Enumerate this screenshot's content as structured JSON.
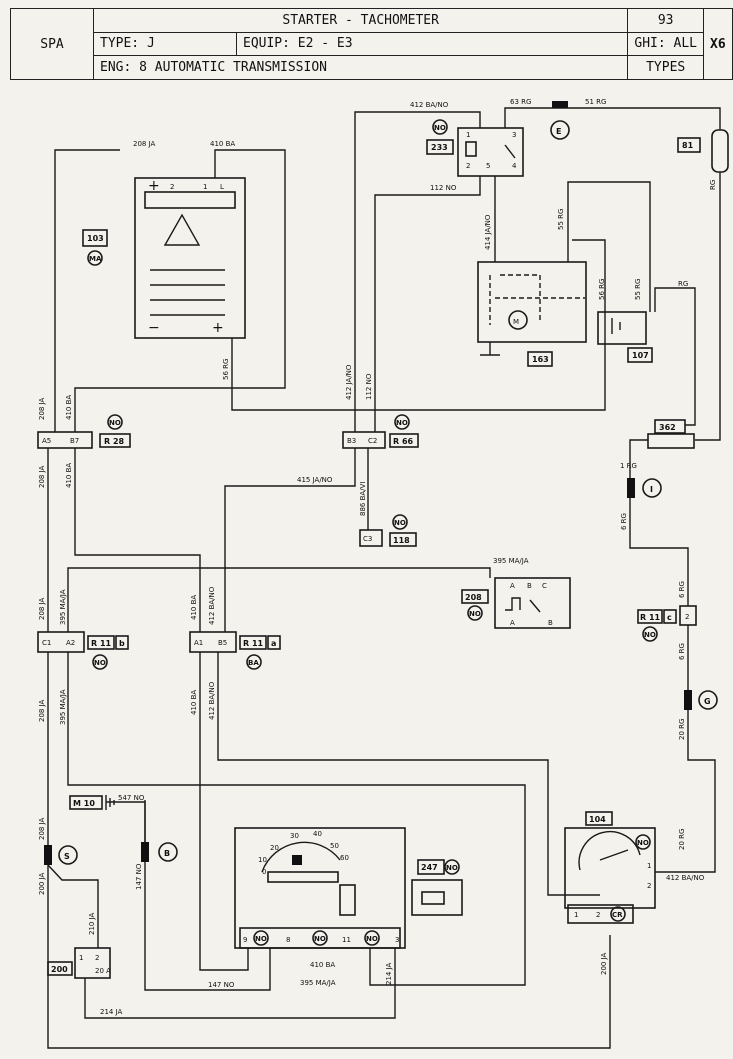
{
  "header": {
    "region": "SPA",
    "title": "STARTER - TACHOMETER",
    "page": "93",
    "type_label": "TYPE: J",
    "equip_label": "EQUIP: E2 - E3",
    "ghi_label": "GHI: ALL",
    "eng_label": "ENG:  8 AUTOMATIC TRANSMISSION",
    "types_label": "TYPES",
    "code": "X6"
  },
  "components": {
    "c103": "103",
    "c103_tag": "MA",
    "c233": "233",
    "c233_tag": "NO",
    "c233_pins": [
      "1",
      "3",
      "2",
      "5",
      "4"
    ],
    "c163": "163",
    "c81": "81",
    "c107": "107",
    "c362": "362",
    "c118": "118",
    "c118_tag": "NO",
    "c118_pin": "C3",
    "c208": "208",
    "c208_tag": "NO",
    "c208_pins": [
      "A",
      "B",
      "C",
      "A",
      "B"
    ],
    "c104": "104",
    "c104_tags": [
      "NO",
      "CR"
    ],
    "c104_pins": [
      "1",
      "2",
      "1",
      "2"
    ],
    "c247": "247",
    "c247_tag": "NO",
    "c200": "200",
    "c200_pins": [
      "1",
      "2"
    ],
    "c200_fuse": "20 A",
    "m10": "M 10",
    "r28": "R 28",
    "r28_tag": "NO",
    "r28_pins": [
      "A5",
      "B7"
    ],
    "r66": "R 66",
    "r66_tag": "NO",
    "r66_pins": [
      "B3",
      "C2"
    ],
    "r11b": "R 11",
    "r11b_suffix": "b",
    "r11b_tag": "NO",
    "r11b_pins": [
      "C1",
      "A2"
    ],
    "r11a": "R 11",
    "r11a_suffix": "a",
    "r11a_tag": "BA",
    "r11a_pins": [
      "A1",
      "B5"
    ],
    "r11c": "R 11",
    "r11c_suffix": "c",
    "r11c_tag": "NO",
    "r11c_pin": "2",
    "splice_e": "E",
    "splice_i": "I",
    "splice_g": "G",
    "splice_s": "S",
    "splice_b": "B",
    "tacho_tags": [
      "NO",
      "NO",
      "NO"
    ],
    "tacho_pins": [
      "9",
      "8",
      "11",
      "3"
    ],
    "tacho_scale": [
      "10",
      "20",
      "30",
      "40",
      "50",
      "60",
      "0"
    ]
  },
  "wires": {
    "w208_top": "208 JA",
    "w410_top": "410 BA",
    "w412_top": "412 BA/NO",
    "w63": "63 RG",
    "w51": "51 RG",
    "w112_top": "112 NO",
    "w414": "414 JA/NO",
    "w55a": "55 RG",
    "w56a": "56 RG",
    "w55b": "55 RG",
    "w_rg": "RG",
    "w56b": "56 RG",
    "w208_a": "208 JA",
    "w410_a": "410 BA",
    "w412_v": "412 JA/NO",
    "w112_v": "112 NO",
    "w208_b": "208 JA",
    "w410_b": "410 BA",
    "w415": "415 JA/NO",
    "w886": "886 BA/VI",
    "w1rg": "1 RG",
    "w6rg_a": "6 RG",
    "w6rg_b": "6 RG",
    "w6rg_c": "6 RG",
    "w395_top": "395 MA/JA",
    "w208_c": "208 JA",
    "w395_c": "395 MA/JA",
    "w410_c": "410 BA",
    "w412_c": "412 BA/NO",
    "w208_d": "208 JA",
    "w395_d": "395 MA/JA",
    "w410_d": "410 BA",
    "w412_d": "412 BA/NO",
    "w20rg_a": "20 RG",
    "w20rg_b": "20 RG",
    "w547": "547 NO",
    "w147_v": "147 NO",
    "w208_e": "208 JA",
    "w200_a": "200 JA",
    "w210": "210 JA",
    "w410_bot": "410 BA",
    "w214_v": "214 JA",
    "w395_bot": "395 MA/JA",
    "w147_bot": "147 NO",
    "w214_bot": "214 JA",
    "w412_r": "412 BA/NO",
    "w200_b": "200 JA",
    "w_rg2": "RG"
  }
}
